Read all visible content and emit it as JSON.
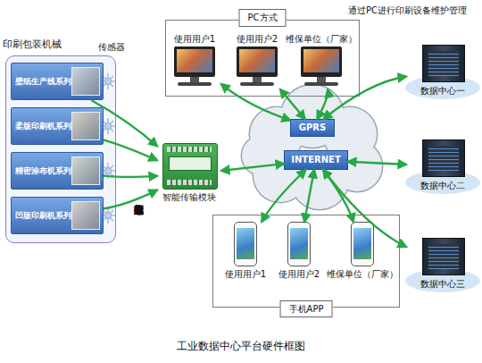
{
  "diagram": {
    "caption": "工业数据中心平台硬件框图",
    "nodes": [
      {
        "text": [
          "印刷包装机械"
        ]
      },
      {
        "text": [
          "壁纸生产线系列"
        ],
        "in": 0
      },
      {
        "text": [
          "柔版印刷机系列"
        ],
        "in": 0
      },
      {
        "text": [
          "精密涂布机系列"
        ],
        "in": 0
      },
      {
        "text": [
          "凹版印刷机系列"
        ],
        "in": 0
      },
      {
        "text": [
          "智能传输模块"
        ]
      },
      {
        "text": [
          "PC方式"
        ]
      },
      {
        "text": [
          "使用用户1"
        ],
        "in": 6
      },
      {
        "text": [
          "使用用户2"
        ],
        "in": 6
      },
      {
        "text": [
          "维保单位（厂家）"
        ],
        "in": 6
      },
      {
        "text": [
          "GPRS"
        ]
      },
      {
        "text": [
          "INTERNET"
        ]
      },
      {
        "text": [
          "手机APP"
        ]
      },
      {
        "text": [
          "使用用户1"
        ],
        "in": 12
      },
      {
        "text": [
          "使用用户2"
        ],
        "in": 12
      },
      {
        "text": [
          "维保单位（厂家）"
        ],
        "in": 12
      },
      {
        "text": [
          "数据中心一"
        ]
      },
      {
        "text": [
          "数据中心二"
        ]
      },
      {
        "text": [
          "数据中心三"
        ]
      }
    ],
    "edges": [
      {
        "from": 1,
        "to": 5,
        "arrow": "to"
      },
      {
        "from": 2,
        "to": 5,
        "arrow": "to"
      },
      {
        "from": 3,
        "to": 5,
        "arrow": "to"
      },
      {
        "from": 4,
        "to": 5,
        "arrow": "to"
      },
      {
        "from": 5,
        "to": 11,
        "arrow": "both"
      },
      {
        "from": 7,
        "to": 10,
        "arrow": "both"
      },
      {
        "from": 8,
        "to": 10,
        "arrow": "both"
      },
      {
        "from": 9,
        "to": 10,
        "arrow": "both"
      },
      {
        "from": 13,
        "to": 11,
        "arrow": "both"
      },
      {
        "from": 14,
        "to": 11,
        "arrow": "both"
      },
      {
        "from": 15,
        "to": 11,
        "arrow": "both"
      },
      {
        "from": 10,
        "to": 16,
        "arrow": "both"
      },
      {
        "from": 11,
        "to": 17,
        "arrow": "both"
      },
      {
        "from": 11,
        "to": 18,
        "arrow": "both"
      }
    ],
    "labels": [
      "传感器",
      "印刷包装机械运行状态数据上传",
      "通过PC进行印刷设备维护管理"
    ]
  }
}
